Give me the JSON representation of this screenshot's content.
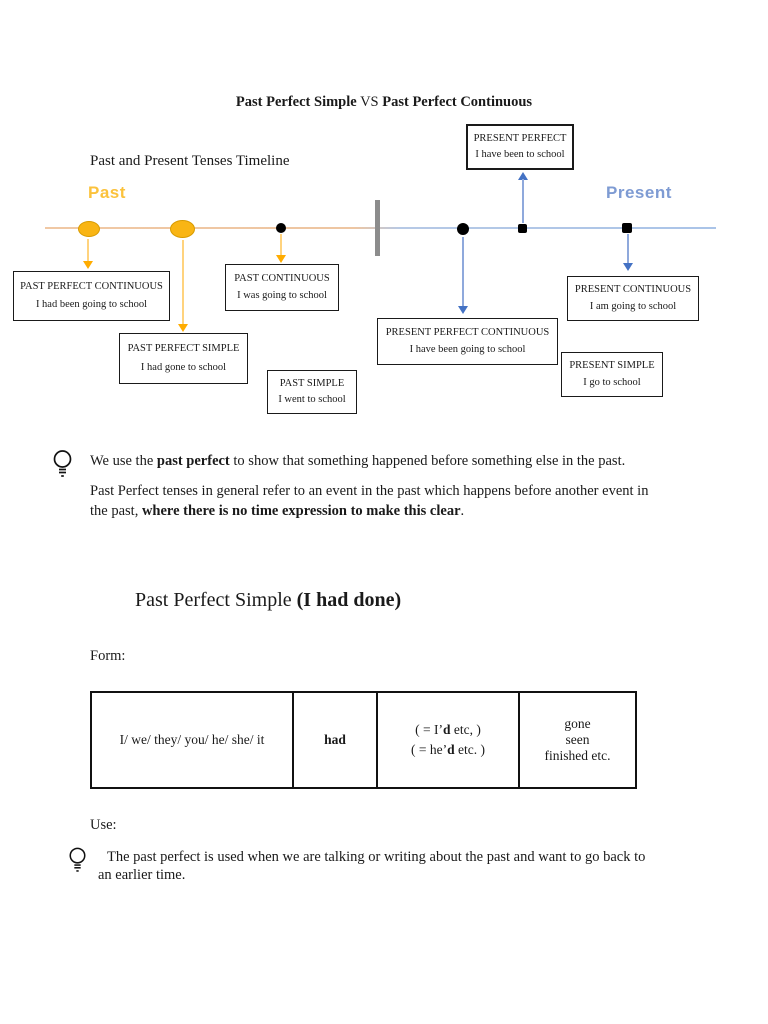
{
  "title": {
    "part1": "Past Perfect Simple",
    "vs": " VS ",
    "part2": "Past Perfect Continuous"
  },
  "timeline": {
    "caption": "Past and Present Tenses Timeline",
    "past_label": "Past",
    "present_label": "Present",
    "colors": {
      "past_accent": "#f9b514",
      "present_accent": "#4472c4",
      "past_line": "#eec6a2",
      "present_line": "#aac4e8",
      "divider_gray": "#8c8c8c"
    },
    "boxes": [
      {
        "id": "past-perfect-continuous",
        "title": "PAST PERFECT CONTINUOUS",
        "example": "I had been going to school"
      },
      {
        "id": "past-continuous",
        "title": "PAST CONTINUOUS",
        "example": "I was going to school"
      },
      {
        "id": "past-perfect-simple",
        "title": "PAST PERFECT SIMPLE",
        "example": "I had gone to school"
      },
      {
        "id": "past-simple",
        "title": "PAST SIMPLE",
        "example": "I went to school"
      },
      {
        "id": "present-perfect",
        "title": "PRESENT PERFECT",
        "example": "I have been to school"
      },
      {
        "id": "present-perfect-continuous",
        "title": "PRESENT PERFECT CONTINUOUS",
        "example": "I have been going to school"
      },
      {
        "id": "present-continuous",
        "title": "PRESENT CONTINUOUS",
        "example": "I am going to school"
      },
      {
        "id": "present-simple",
        "title": "PRESENT SIMPLE",
        "example": "I go to school"
      }
    ]
  },
  "notes": {
    "note1": {
      "pre": "We use the ",
      "bold": "past perfect",
      "post": " to show that something happened before something else in the past."
    },
    "note2": {
      "line1": "Past Perfect tenses in general refer to an event in the past which happens before another event in",
      "line2_pre": "the past, ",
      "bold": "where there is no time expression to make this clear",
      "post": "."
    }
  },
  "section": {
    "heading_pre": "Past Perfect Simple ",
    "heading_bold": "(I had done)",
    "form_label": "Form:",
    "use_label": "Use:",
    "use_note_line1": "The past perfect is used when we are talking or writing about the past and want to go back to",
    "use_note_line2": "an earlier time."
  },
  "form_table": {
    "subjects": "I/ we/ they/ you/ he/ she/ it",
    "verb": "had",
    "contraction_line1": {
      "pre": "( = I’",
      "bold": "d",
      "post": " etc, )"
    },
    "contraction_line2": {
      "pre": "( = he’",
      "bold": "d",
      "post": " etc. )"
    },
    "participles": [
      "gone",
      "seen",
      "finished etc."
    ]
  }
}
